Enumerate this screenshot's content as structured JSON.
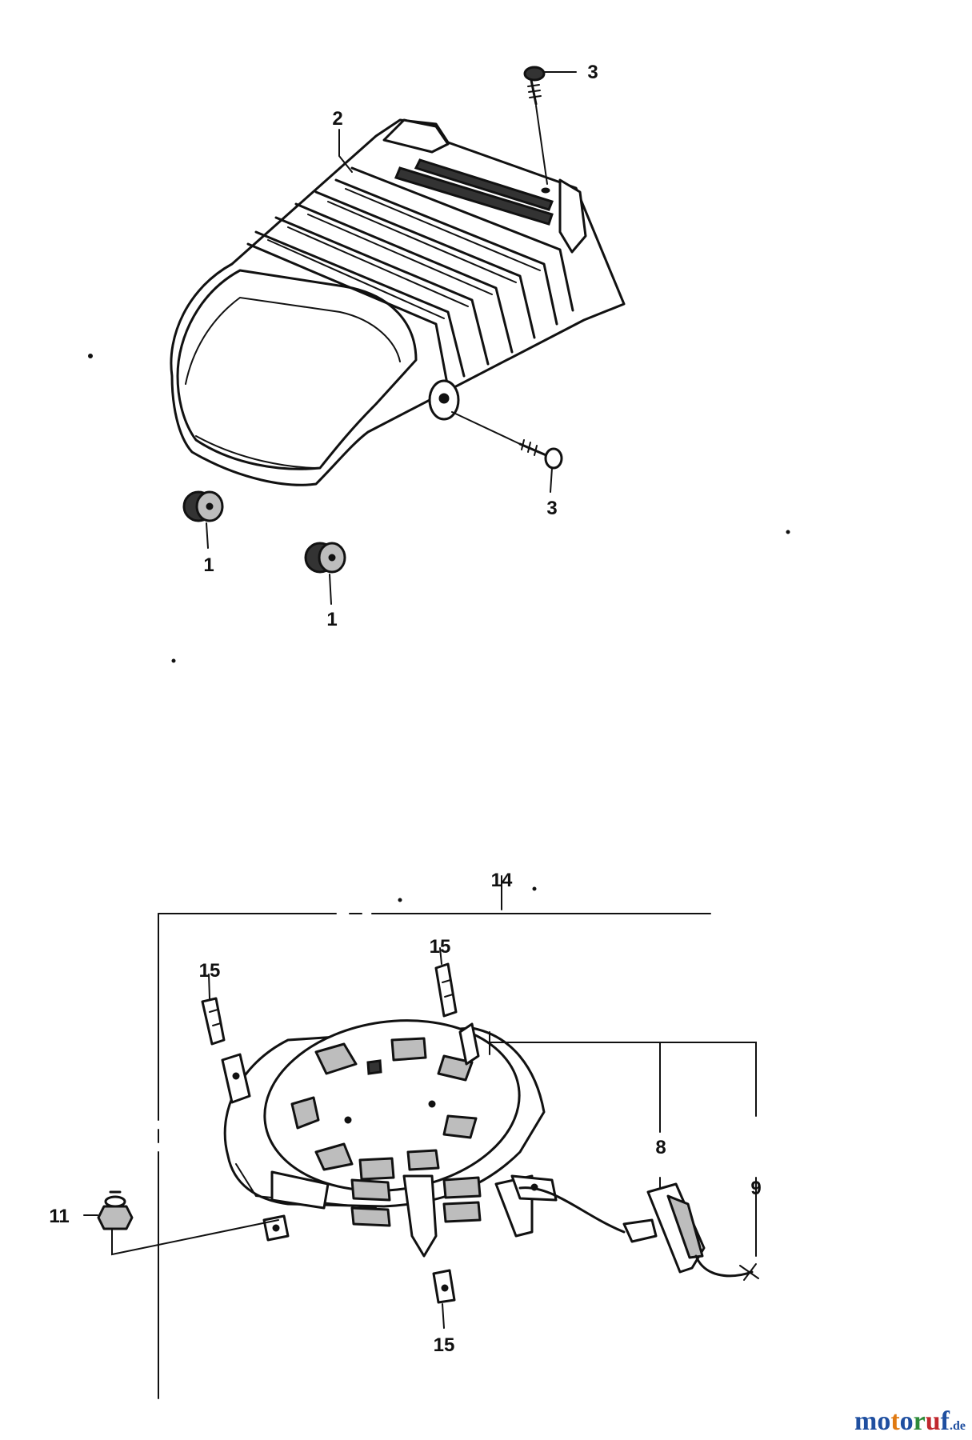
{
  "callouts": {
    "c1a": "1",
    "c1b": "1",
    "c2": "2",
    "c3a": "3",
    "c3b": "3",
    "c8": "8",
    "c9": "9",
    "c11": "11",
    "c14": "14",
    "c15a": "15",
    "c15b": "15",
    "c15c": "15"
  },
  "watermark": {
    "letters": [
      "m",
      "o",
      "t",
      "o",
      "r",
      "u",
      "f"
    ],
    "letter_colors": [
      "#1f4fa0",
      "#1f4fa0",
      "#e07a12",
      "#1f4fa0",
      "#2e8b3a",
      "#c0272d",
      "#1f4fa0"
    ],
    "suffix": ".de"
  }
}
